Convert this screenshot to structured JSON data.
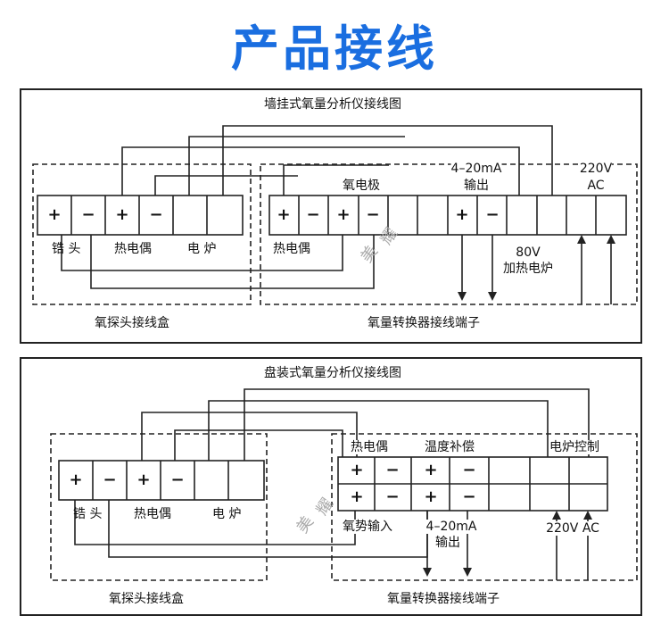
{
  "page": {
    "title": "产品接线",
    "title_color": "#1a6ee0"
  },
  "watermark": [
    "美",
    "耀"
  ],
  "wall": {
    "caption": "墙挂式氧量分析仪接线图",
    "probe_box_label": "氧探头接线盒",
    "converter_label": "氧量转换器接线端子",
    "probe_terminals": [
      "+",
      "−",
      "+",
      "−",
      "",
      ""
    ],
    "probe_groups": [
      "锆 头",
      "热电偶",
      "电 炉"
    ],
    "converter_terminals": [
      "+",
      "−",
      "+",
      "−",
      "",
      "",
      "+",
      "−",
      "",
      "",
      "",
      ""
    ],
    "conv_tc_label": "热电偶",
    "oxygen_electrode_label": "氧电极",
    "output_label": "4–20mA",
    "output_sub": "输出",
    "ac_label": "220V",
    "ac_sub": "AC",
    "heater_voltage": "80V",
    "heater_label": "加热电炉"
  },
  "panel": {
    "caption": "盘装式氧量分析仪接线图",
    "probe_box_label": "氧探头接线盒",
    "converter_label": "氧量转换器接线端子",
    "probe_terminals": [
      "+",
      "−",
      "+",
      "−",
      "",
      ""
    ],
    "probe_groups": [
      "锆 头",
      "热电偶",
      "电 炉"
    ],
    "top_row": [
      "+",
      "−",
      "+",
      "−",
      "",
      "",
      ""
    ],
    "bottom_row": [
      "+",
      "−",
      "+",
      "−",
      "",
      "",
      ""
    ],
    "conv_tc_label": "热电偶",
    "temp_comp_label": "温度补偿",
    "heater_ctrl_label": "电炉控制",
    "oxy_input_label": "氧势输入",
    "output_label": "4–20mA",
    "output_sub": "输出",
    "ac_label": "220V AC"
  }
}
